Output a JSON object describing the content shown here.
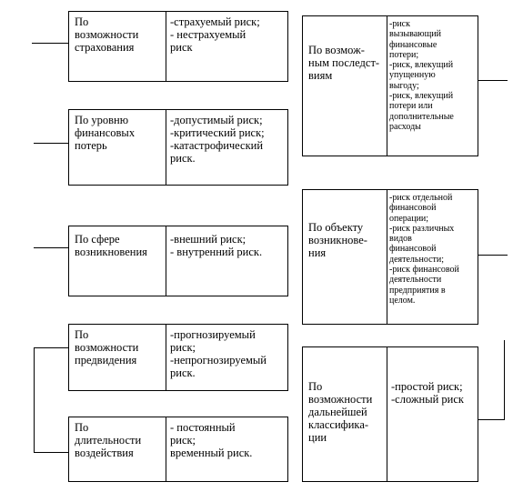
{
  "rows_left": [
    {
      "label": "По\nвозможности\nстрахования",
      "value": "-страхуемый риск;\n- нестрахуемый\nриск"
    },
    {
      "label": "По уровню\nфинансовых\nпотерь",
      "value": "-допустимый риск;\n-критический риск;\n-катастрофический\nриск."
    },
    {
      "label": "По сфере\nвозникновения",
      "value": "-внешний риск;\n- внутренний риск."
    },
    {
      "label": "По\nвозможности\nпредвидения",
      "value": "-прогнозируемый\nриск;\n-непрогнозируемый\nриск."
    },
    {
      "label": "По\nдлительности\nвоздействия",
      "value": "-      постоянный\n        риск;\nвременный риск."
    }
  ],
  "rows_right": [
    {
      "label": "По возмож-\nным последст-\nвиям",
      "value": "-риск\nвызывающий\nфинансовые\nпотери;\n-риск, влекущий\nупущенную\nвыгоду;\n-риск, влекущий\nпотери или\nдополнительные\nрасходы"
    },
    {
      "label": "По объекту\nвозникнове-\nния",
      "value": "-риск отдельной\nфинансовой\nоперации;\n-риск различных\nвидов\nфинансовой\nдеятельности;\n-риск финансовой\nдеятельности\nпредприятия в\nцелом."
    },
    {
      "label": "По\nвозможности\nдальнейшей\nклассифика-\nции",
      "value": "-простой риск;\n-сложный риск"
    }
  ]
}
